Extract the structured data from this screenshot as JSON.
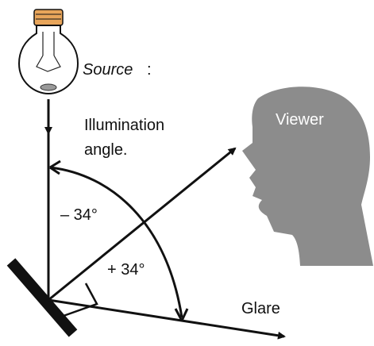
{
  "labels": {
    "source": "Source",
    "source_colon": ":",
    "illumination_line1": "Illumination",
    "illumination_line2": "angle.",
    "minus_angle": "– 34°",
    "plus_angle": "+ 34°",
    "glare": "Glare",
    "viewer": "Viewer"
  },
  "icons": {
    "bulb": "light-bulb-icon",
    "head": "viewer-head-silhouette"
  },
  "colors": {
    "ink": "#111111",
    "head": "#8c8c8c",
    "viewer_text": "#ffffff",
    "bulb_base": "#e8a55a",
    "bulb_glass": "#ffffff"
  }
}
